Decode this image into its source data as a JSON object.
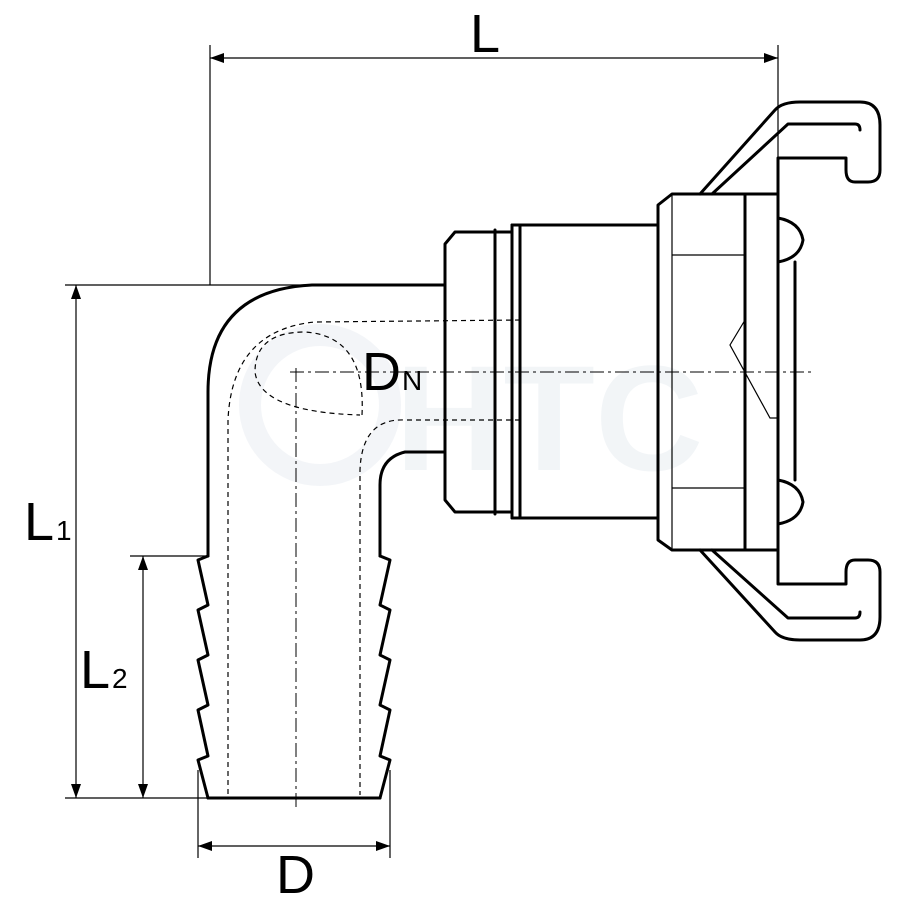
{
  "watermark": {
    "text": "HTC",
    "color": "#9fb4c8"
  },
  "dimensions": {
    "L": {
      "main": "L",
      "sub": ""
    },
    "L1": {
      "main": "L",
      "sub": "1"
    },
    "L2": {
      "main": "L",
      "sub": "2"
    },
    "D": {
      "main": "D",
      "sub": ""
    },
    "DN": {
      "main": "D",
      "sub": "N"
    }
  }
}
